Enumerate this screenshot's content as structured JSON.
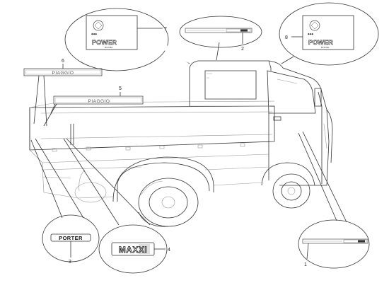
{
  "callouts": {
    "c1": "1",
    "c2": "2",
    "c3": "3",
    "c4": "4",
    "c5": "5",
    "c6": "6",
    "c7": "7",
    "c8": "8"
  },
  "decals": {
    "side_brand": "PIAGGIO",
    "tailgate_brand": "PIAGGIO",
    "porter": "PORTER",
    "maxxi": "MAXXI",
    "power_badge": "POWER",
    "power_sub": "BI-FUEL"
  }
}
